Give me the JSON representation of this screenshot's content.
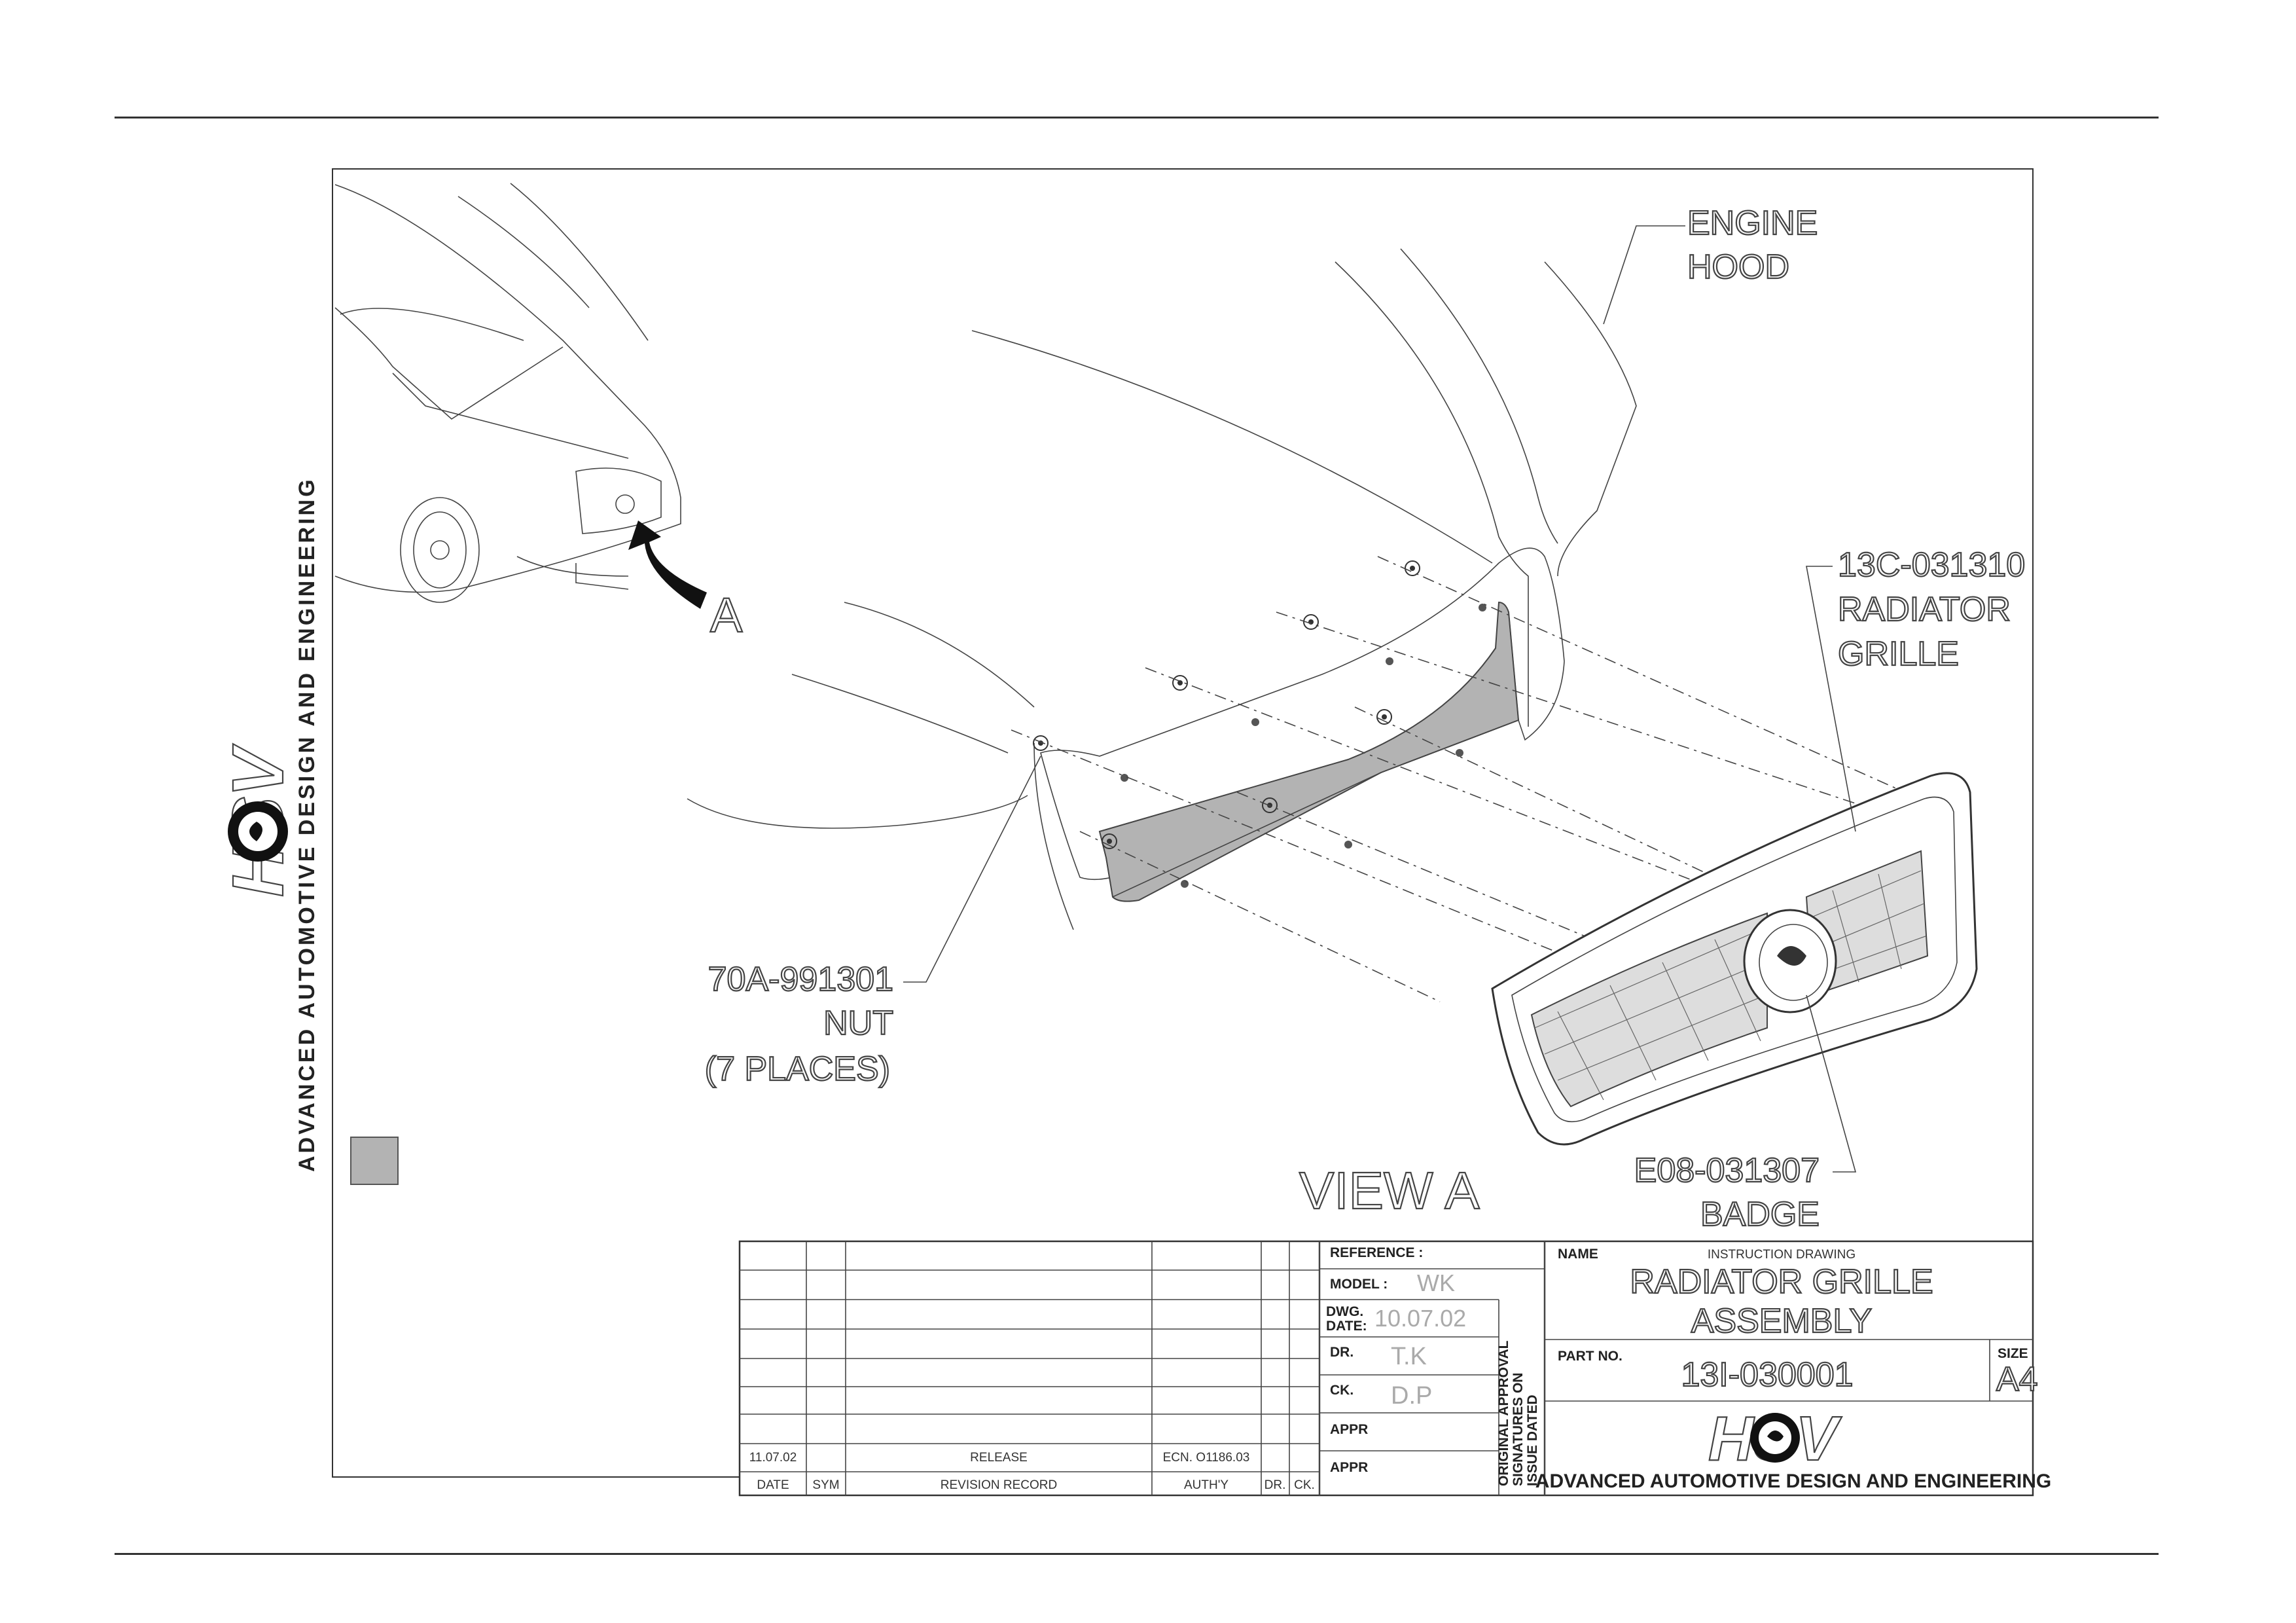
{
  "side_brand": {
    "logo_text": "HSV",
    "caption": "ADVANCED AUTOMOTIVE DESIGN AND ENGINEERING"
  },
  "callouts": {
    "engine_hood": [
      "ENGINE",
      "HOOD"
    ],
    "radiator_grille": [
      "13C-031310",
      "RADIATOR",
      "GRILLE"
    ],
    "nut": [
      "70A-991301",
      "NUT",
      "(7 PLACES)"
    ],
    "badge": [
      "E08-031307",
      "BADGE"
    ],
    "view_marker": "A",
    "view_label": "VIEW A"
  },
  "title_block": {
    "revision_rows": [
      {
        "date": "11.07.02",
        "sym": "",
        "record": "RELEASE",
        "authy": "ECN. O1186.03",
        "dr": "",
        "ck": ""
      }
    ],
    "revision_headers": {
      "date": "DATE",
      "sym": "SYM",
      "record": "REVISION RECORD",
      "authy": "AUTH'Y",
      "dr": "DR.",
      "ck": "CK."
    },
    "reference_label": "REFERENCE :",
    "model_label": "MODEL :",
    "model_value": "WK",
    "dwg_date_label_1": "DWG.",
    "dwg_date_label_2": "DATE:",
    "dwg_date_value": "10.07.02",
    "dr_label": "DR.",
    "dr_value": "T.K",
    "ck_label": "CK.",
    "ck_value": "D.P",
    "appr_label_1": "APPR",
    "appr_label_2": "APPR",
    "approval_note": [
      "ORIGINAL APPROVAL",
      "SIGNATURES ON",
      "ISSUE DATED"
    ],
    "name_label": "NAME",
    "drawing_type": "INSTRUCTION DRAWING",
    "drawing_title": [
      "RADIATOR GRILLE",
      "ASSEMBLY"
    ],
    "part_no_label": "PART NO.",
    "part_no_value": "13I-030001",
    "size_label": "SIZE",
    "size_value": "A4",
    "company_logo_text": "HSV",
    "company_caption": "ADVANCED AUTOMOTIVE DESIGN AND ENGINEERING"
  },
  "colors": {
    "ink": "#333333",
    "outline_text_stroke": "#444444",
    "grey_fill": "#b3b3b3",
    "dark_fill": "#111111"
  }
}
